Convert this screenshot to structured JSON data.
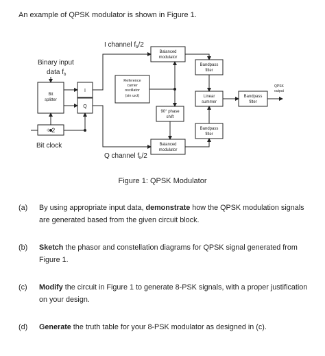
{
  "intro": "An example of QPSK modulator is shown in Figure 1.",
  "figure": {
    "binary_input_line1": "Binary input",
    "binary_input_line2": "data f",
    "binary_input_sub": "b",
    "i_channel": "I channel f",
    "i_channel_sub": "b",
    "i_channel_tail": "/2",
    "q_channel": "Q channel f",
    "q_channel_sub": "b",
    "q_channel_tail": "/2",
    "bit_clock": "Bit clock",
    "bit_splitter": [
      "Bit",
      "splitter"
    ],
    "i_label": "I",
    "q_label": "Q",
    "divider": "÷ 2",
    "balanced_modulator_top": [
      "Balanced",
      "modulator"
    ],
    "balanced_modulator_bottom": [
      "Balanced",
      "modulator"
    ],
    "reference_oscillator": [
      "Reference",
      "carrier",
      "oscillator",
      "(sin ωct)"
    ],
    "phase_shift": [
      "90° phase",
      "shift"
    ],
    "bandpass_top": [
      "Bandpass",
      "filter"
    ],
    "bandpass_bottom": [
      "Bandpass",
      "filter"
    ],
    "linear_summer": [
      "Linear",
      "summer"
    ],
    "bandpass_out": [
      "Bandpass",
      "filter"
    ],
    "qpsk_output": [
      "QPSK",
      "output"
    ],
    "caption": "Figure 1: QPSK Modulator"
  },
  "questions": [
    {
      "label": "(a)",
      "pre": "By using appropriate input data, ",
      "bold": "demonstrate",
      "post": " how the QPSK modulation signals are generated based from the given circuit block."
    },
    {
      "label": "(b)",
      "pre": "",
      "bold": "Sketch",
      "post": " the phasor and constellation diagrams for QPSK signal generated from Figure 1."
    },
    {
      "label": "(c)",
      "pre": "",
      "bold": "Modify",
      "post": " the circuit in Figure 1 to generate 8-PSK signals, with a proper justification on your design."
    },
    {
      "label": "(d)",
      "pre": "",
      "bold": "Generate",
      "post": " the truth table for your 8-PSK modulator as designed in (c)."
    }
  ]
}
